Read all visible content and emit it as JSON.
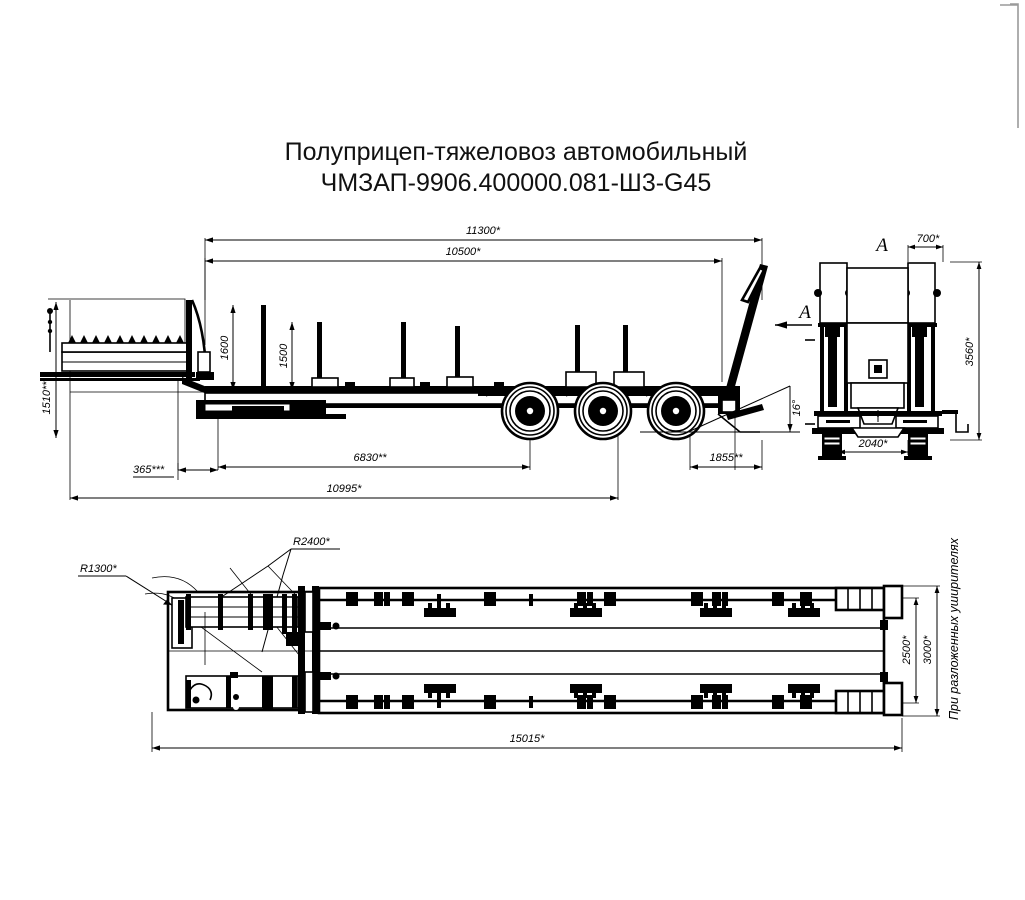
{
  "drawing": {
    "title_line1": "Полуприцеп-тяжеловоз автомобильный",
    "title_line2": "ЧМЗАП-9906.400000.081-Ш3-G45",
    "sheet_note": "При разложенных уширителях",
    "section_label_view": "A",
    "section_label_arrow": "A"
  },
  "side_view": {
    "name": "side-elevation",
    "dimensions": {
      "overall_deck_upper": "11300*",
      "deck_length": "10500*",
      "post_height_front": "1600",
      "post_height_rear": "1500",
      "gooseneck_height": "1510**",
      "kingpin_offset": "365***",
      "wheelbase_to_axles": "6830**",
      "rear_overhang": "1855**",
      "overall_length": "10995*",
      "ramp_angle": "16°"
    }
  },
  "front_view": {
    "name": "front-elevation-section-a",
    "dimensions": {
      "stanchion_width": "700*",
      "overall_height": "3560*",
      "track_width": "2040*"
    }
  },
  "plan_view": {
    "name": "plan-view",
    "dimensions": {
      "radius_outer": "R1300*",
      "radius_inner": "R2400*",
      "deck_width": "2500*",
      "deck_width_extended": "3000*",
      "overall_length": "15015*"
    }
  },
  "style": {
    "line_color": "#000000",
    "background": "#ffffff",
    "frame_color": "#9a9a9a"
  }
}
